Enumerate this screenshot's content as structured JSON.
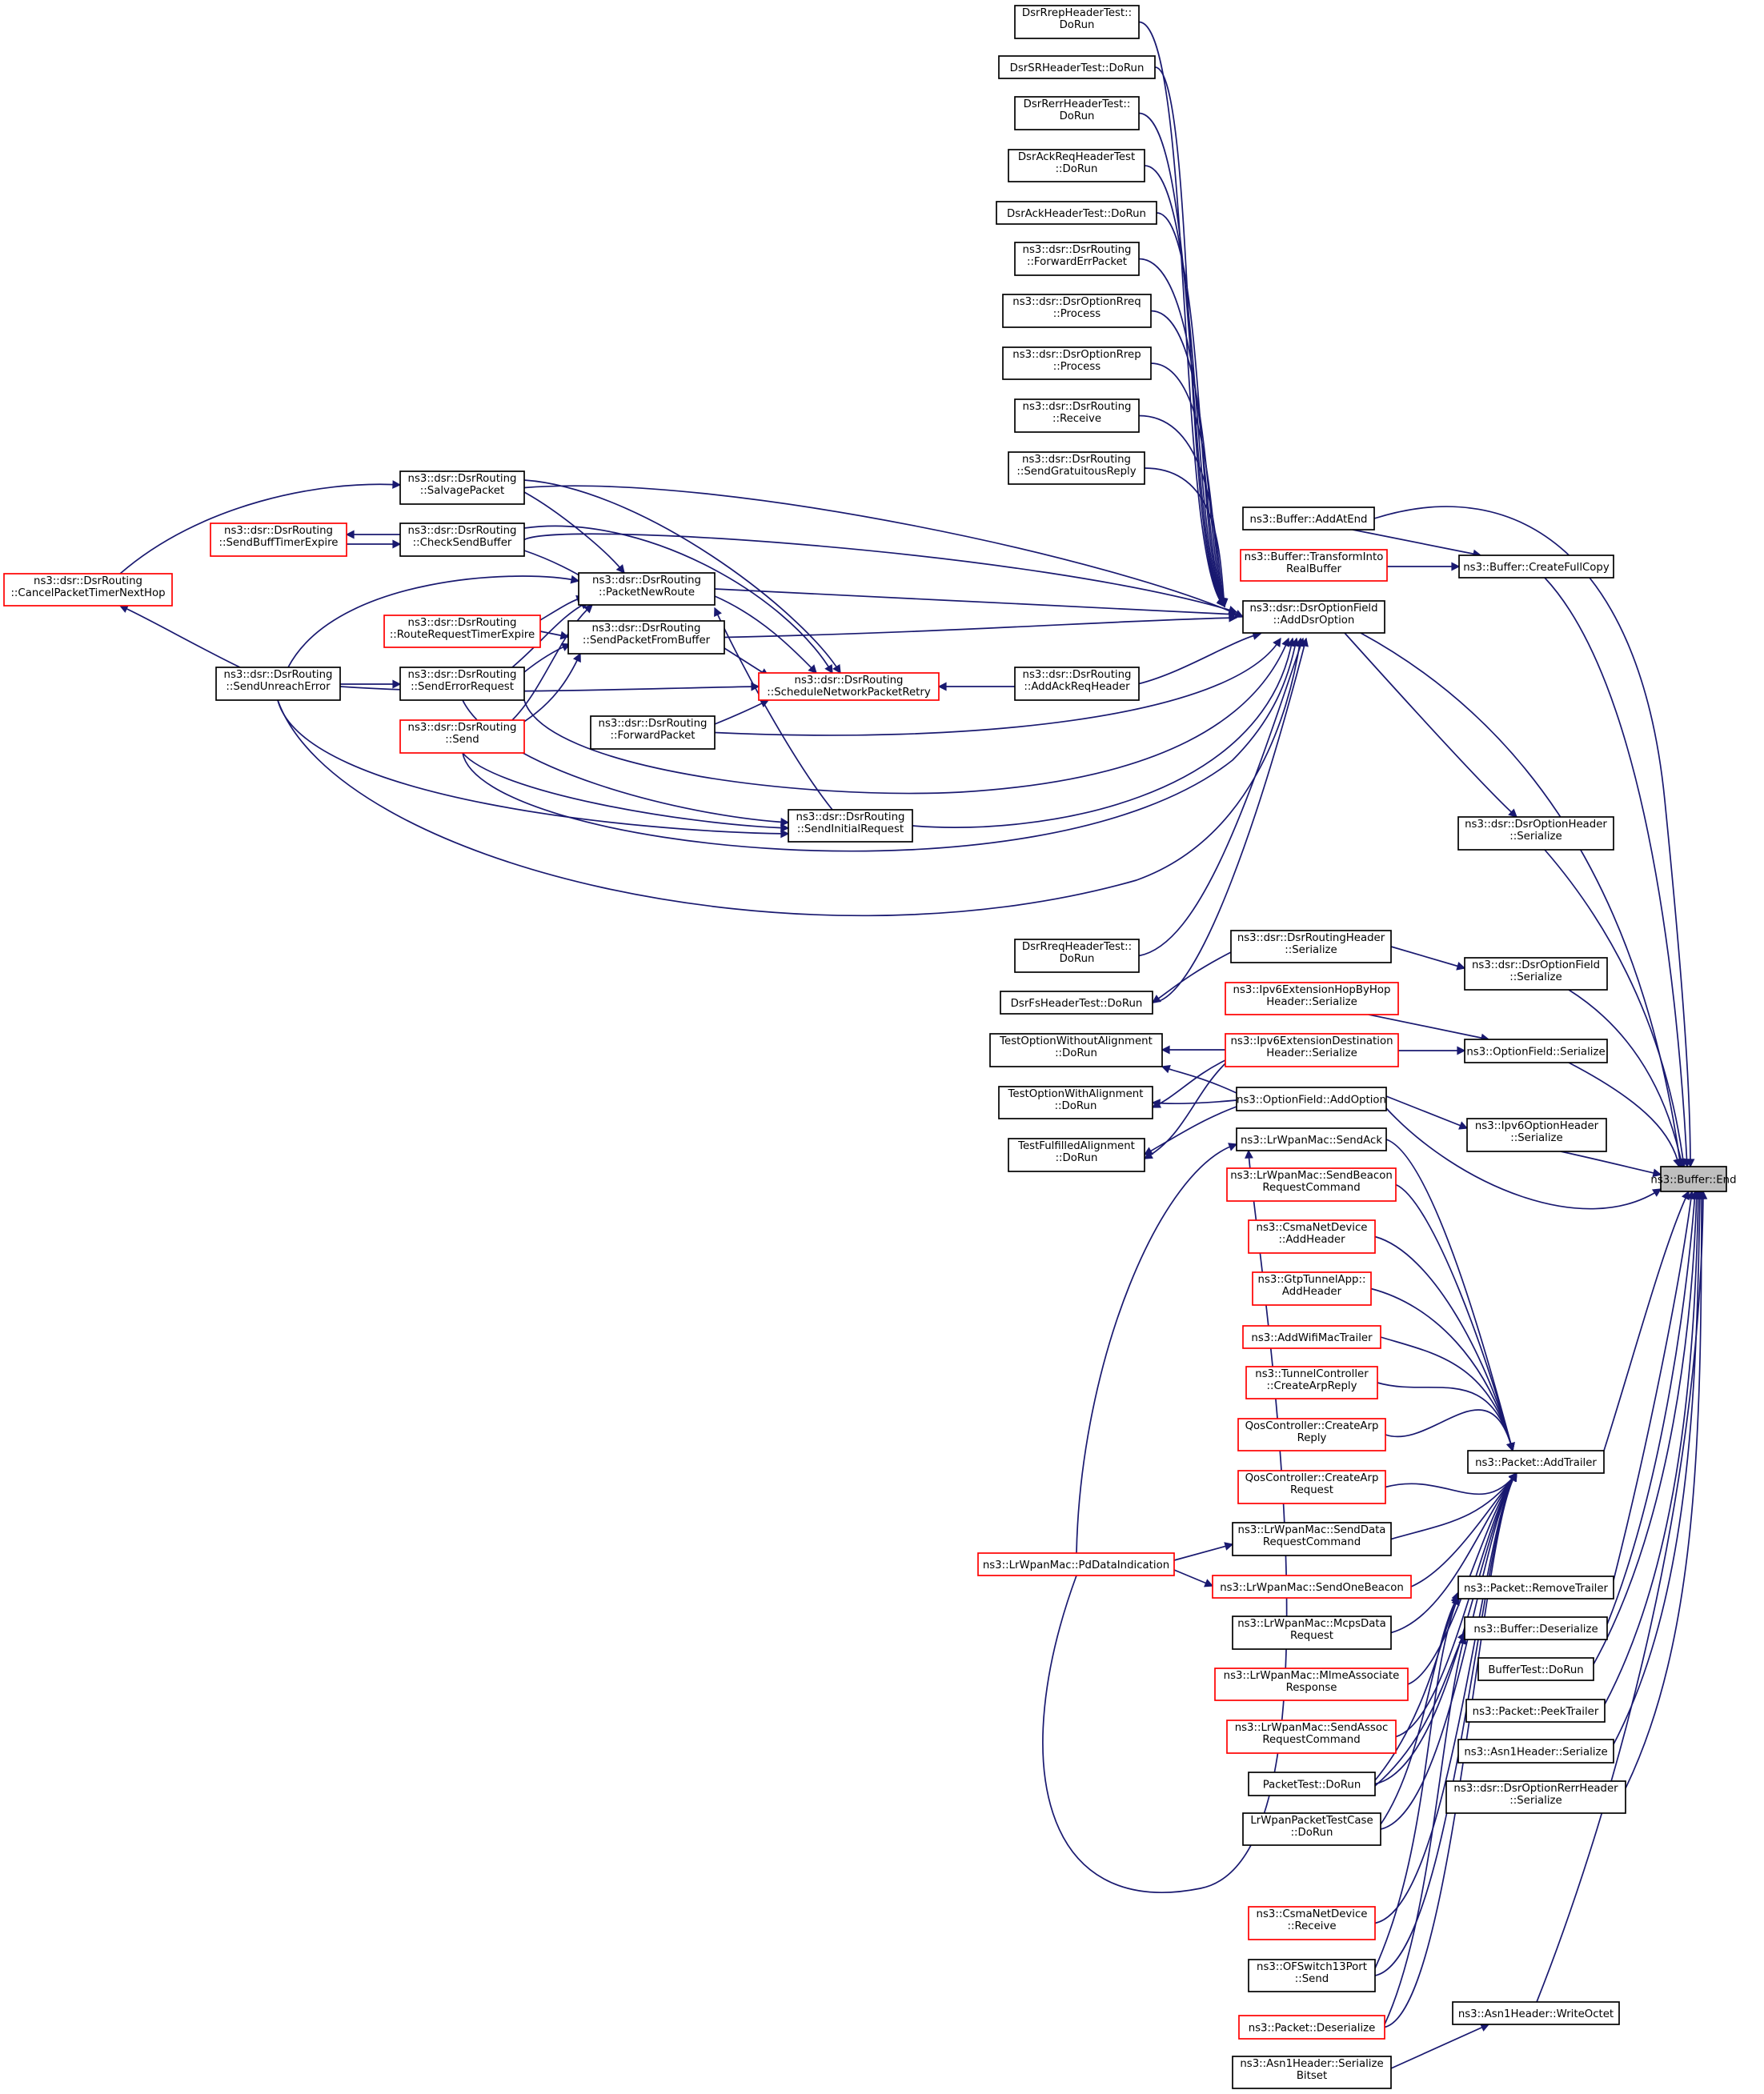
{
  "graph": {
    "title": "",
    "edge_color": "#191970",
    "node_border_default": "#000000",
    "node_border_truncated": "#ff0000",
    "root_fill": "#bfbfbf",
    "nodes": [
      {
        "id": "root",
        "lines": [
          "ns3::Buffer::End"
        ],
        "style": "root"
      },
      {
        "id": "addatend",
        "lines": [
          "ns3::Buffer::AddAtEnd"
        ],
        "style": "black"
      },
      {
        "id": "transform",
        "lines": [
          "ns3::Buffer::TransformInto",
          "RealBuffer"
        ],
        "style": "red"
      },
      {
        "id": "createfullcopy",
        "lines": [
          "ns3::Buffer::CreateFullCopy"
        ],
        "style": "black"
      },
      {
        "id": "adddsroption",
        "lines": [
          "ns3::dsr::DsrOptionField",
          "::AddDsrOption"
        ],
        "style": "black"
      },
      {
        "id": "dsroptionheader",
        "lines": [
          "ns3::dsr::DsrOptionHeader",
          "::Serialize"
        ],
        "style": "black"
      },
      {
        "id": "dsrroutingheader",
        "lines": [
          "ns3::dsr::DsrRoutingHeader",
          "::Serialize"
        ],
        "style": "black"
      },
      {
        "id": "dsroptionfieldser",
        "lines": [
          "ns3::dsr::DsrOptionField",
          "::Serialize"
        ],
        "style": "black"
      },
      {
        "id": "ipv6hbh",
        "lines": [
          "ns3::Ipv6ExtensionHopByHop",
          "Header::Serialize"
        ],
        "style": "red"
      },
      {
        "id": "ipv6dest",
        "lines": [
          "ns3::Ipv6ExtensionDestination",
          "Header::Serialize"
        ],
        "style": "red"
      },
      {
        "id": "optionfieldser",
        "lines": [
          "ns3::OptionField::Serialize"
        ],
        "style": "black"
      },
      {
        "id": "optionfieldadd",
        "lines": [
          "ns3::OptionField::AddOption"
        ],
        "style": "black"
      },
      {
        "id": "ipv6optionheader",
        "lines": [
          "ns3::Ipv6OptionHeader",
          "::Serialize"
        ],
        "style": "black"
      },
      {
        "id": "sendack",
        "lines": [
          "ns3::LrWpanMac::SendAck"
        ],
        "style": "black"
      },
      {
        "id": "sendbeaconreq",
        "lines": [
          "ns3::LrWpanMac::SendBeacon",
          "RequestCommand"
        ],
        "style": "red"
      },
      {
        "id": "csmaaddheader",
        "lines": [
          "ns3::CsmaNetDevice",
          "::AddHeader"
        ],
        "style": "red"
      },
      {
        "id": "gtpaddheader",
        "lines": [
          "ns3::GtpTunnelApp::",
          "AddHeader"
        ],
        "style": "red"
      },
      {
        "id": "addwifimactrailer",
        "lines": [
          "ns3::AddWifiMacTrailer"
        ],
        "style": "red"
      },
      {
        "id": "tunnelarp",
        "lines": [
          "ns3::TunnelController",
          "::CreateArpReply"
        ],
        "style": "red"
      },
      {
        "id": "qosarpreply",
        "lines": [
          "QosController::CreateArp",
          "Reply"
        ],
        "style": "red"
      },
      {
        "id": "qosarprequest",
        "lines": [
          "QosController::CreateArp",
          "Request"
        ],
        "style": "red"
      },
      {
        "id": "senddatareq",
        "lines": [
          "ns3::LrWpanMac::SendData",
          "RequestCommand"
        ],
        "style": "black"
      },
      {
        "id": "sendonebeacon",
        "lines": [
          "ns3::LrWpanMac::SendOneBeacon"
        ],
        "style": "red"
      },
      {
        "id": "mcpsdata",
        "lines": [
          "ns3::LrWpanMac::McpsData",
          "Request"
        ],
        "style": "black"
      },
      {
        "id": "mlmeassoc",
        "lines": [
          "ns3::LrWpanMac::MlmeAssociate",
          "Response"
        ],
        "style": "red"
      },
      {
        "id": "sendassocreq",
        "lines": [
          "ns3::LrWpanMac::SendAssoc",
          "RequestCommand"
        ],
        "style": "red"
      },
      {
        "id": "packettest",
        "lines": [
          "PacketTest::DoRun"
        ],
        "style": "black"
      },
      {
        "id": "lrwpanpackettest",
        "lines": [
          "LrWpanPacketTestCase",
          "::DoRun"
        ],
        "style": "black"
      },
      {
        "id": "csmareceive",
        "lines": [
          "ns3::CsmaNetDevice",
          "::Receive"
        ],
        "style": "red"
      },
      {
        "id": "ofswitchsend",
        "lines": [
          "ns3::OFSwitch13Port",
          "::Send"
        ],
        "style": "black"
      },
      {
        "id": "packetdeser",
        "lines": [
          "ns3::Packet::Deserialize"
        ],
        "style": "red"
      },
      {
        "id": "asn1bitset",
        "lines": [
          "ns3::Asn1Header::Serialize",
          "Bitset"
        ],
        "style": "black"
      },
      {
        "id": "addtrailer",
        "lines": [
          "ns3::Packet::AddTrailer"
        ],
        "style": "black"
      },
      {
        "id": "removetrailer",
        "lines": [
          "ns3::Packet::RemoveTrailer"
        ],
        "style": "black"
      },
      {
        "id": "bufferdeser",
        "lines": [
          "ns3::Buffer::Deserialize"
        ],
        "style": "black"
      },
      {
        "id": "buffertest",
        "lines": [
          "BufferTest::DoRun"
        ],
        "style": "black"
      },
      {
        "id": "peektrailer",
        "lines": [
          "ns3::Packet::PeekTrailer"
        ],
        "style": "black"
      },
      {
        "id": "asn1ser",
        "lines": [
          "ns3::Asn1Header::Serialize"
        ],
        "style": "black"
      },
      {
        "id": "rerrheader",
        "lines": [
          "ns3::dsr::DsrOptionRerrHeader",
          "::Serialize"
        ],
        "style": "black"
      },
      {
        "id": "writeoctet",
        "lines": [
          "ns3::Asn1Header::WriteOctet"
        ],
        "style": "black"
      },
      {
        "id": "rrepheadertest",
        "lines": [
          "DsrRrepHeaderTest::",
          "DoRun"
        ],
        "style": "black"
      },
      {
        "id": "srheadertest",
        "lines": [
          "DsrSRHeaderTest::DoRun"
        ],
        "style": "black"
      },
      {
        "id": "rerrheadertest",
        "lines": [
          "DsrRerrHeaderTest::",
          "DoRun"
        ],
        "style": "black"
      },
      {
        "id": "ackreqheadertest",
        "lines": [
          "DsrAckReqHeaderTest",
          "::DoRun"
        ],
        "style": "black"
      },
      {
        "id": "ackheadertest",
        "lines": [
          "DsrAckHeaderTest::DoRun"
        ],
        "style": "black"
      },
      {
        "id": "forwarderrpacket",
        "lines": [
          "ns3::dsr::DsrRouting",
          "::ForwardErrPacket"
        ],
        "style": "black"
      },
      {
        "id": "rreqprocess",
        "lines": [
          "ns3::dsr::DsrOptionRreq",
          "::Process"
        ],
        "style": "black"
      },
      {
        "id": "rrepprocess",
        "lines": [
          "ns3::dsr::DsrOptionRrep",
          "::Process"
        ],
        "style": "black"
      },
      {
        "id": "dsrreceive",
        "lines": [
          "ns3::dsr::DsrRouting",
          "::Receive"
        ],
        "style": "black"
      },
      {
        "id": "gratuitous",
        "lines": [
          "ns3::dsr::DsrRouting",
          "::SendGratuitousReply"
        ],
        "style": "black"
      },
      {
        "id": "rreqheadertest",
        "lines": [
          "DsrRreqHeaderTest::",
          "DoRun"
        ],
        "style": "black"
      },
      {
        "id": "fsheadertest",
        "lines": [
          "DsrFsHeaderTest::DoRun"
        ],
        "style": "black"
      },
      {
        "id": "salvage",
        "lines": [
          "ns3::dsr::DsrRouting",
          "::SalvagePacket"
        ],
        "style": "black"
      },
      {
        "id": "checksendbuffer",
        "lines": [
          "ns3::dsr::DsrRouting",
          "::CheckSendBuffer"
        ],
        "style": "black"
      },
      {
        "id": "sendbufftimer",
        "lines": [
          "ns3::dsr::DsrRouting",
          "::SendBuffTimerExpire"
        ],
        "style": "red"
      },
      {
        "id": "packetnewroute",
        "lines": [
          "ns3::dsr::DsrRouting",
          "::PacketNewRoute"
        ],
        "style": "black"
      },
      {
        "id": "routereqtimer",
        "lines": [
          "ns3::dsr::DsrRouting",
          "::RouteRequestTimerExpire"
        ],
        "style": "red"
      },
      {
        "id": "sendfrombuffer",
        "lines": [
          "ns3::dsr::DsrRouting",
          "::SendPacketFromBuffer"
        ],
        "style": "black"
      },
      {
        "id": "senderrorreq",
        "lines": [
          "ns3::dsr::DsrRouting",
          "::SendErrorRequest"
        ],
        "style": "black"
      },
      {
        "id": "dsrsend",
        "lines": [
          "ns3::dsr::DsrRouting",
          "::Send"
        ],
        "style": "red"
      },
      {
        "id": "schedretry",
        "lines": [
          "ns3::dsr::DsrRouting",
          "::ScheduleNetworkPacketRetry"
        ],
        "style": "red"
      },
      {
        "id": "addackreqheader",
        "lines": [
          "ns3::dsr::DsrRouting",
          "::AddAckReqHeader"
        ],
        "style": "black"
      },
      {
        "id": "forwardpacket",
        "lines": [
          "ns3::dsr::DsrRouting",
          "::ForwardPacket"
        ],
        "style": "black"
      },
      {
        "id": "sendinitialreq",
        "lines": [
          "ns3::dsr::DsrRouting",
          "::SendInitialRequest"
        ],
        "style": "black"
      },
      {
        "id": "cancelpacket",
        "lines": [
          "ns3::dsr::DsrRouting",
          "::CancelPacketTimerNextHop"
        ],
        "style": "red"
      },
      {
        "id": "sendunreach",
        "lines": [
          "ns3::dsr::DsrRouting",
          "::SendUnreachError"
        ],
        "style": "black"
      },
      {
        "id": "testnoalign",
        "lines": [
          "TestOptionWithoutAlignment",
          "::DoRun"
        ],
        "style": "black"
      },
      {
        "id": "testalign",
        "lines": [
          "TestOptionWithAlignment",
          "::DoRun"
        ],
        "style": "black"
      },
      {
        "id": "testfulfilled",
        "lines": [
          "TestFulfilledAlignment",
          "::DoRun"
        ],
        "style": "black"
      },
      {
        "id": "pdindication",
        "lines": [
          "ns3::LrWpanMac::PdDataIndication"
        ],
        "style": "red"
      }
    ]
  }
}
